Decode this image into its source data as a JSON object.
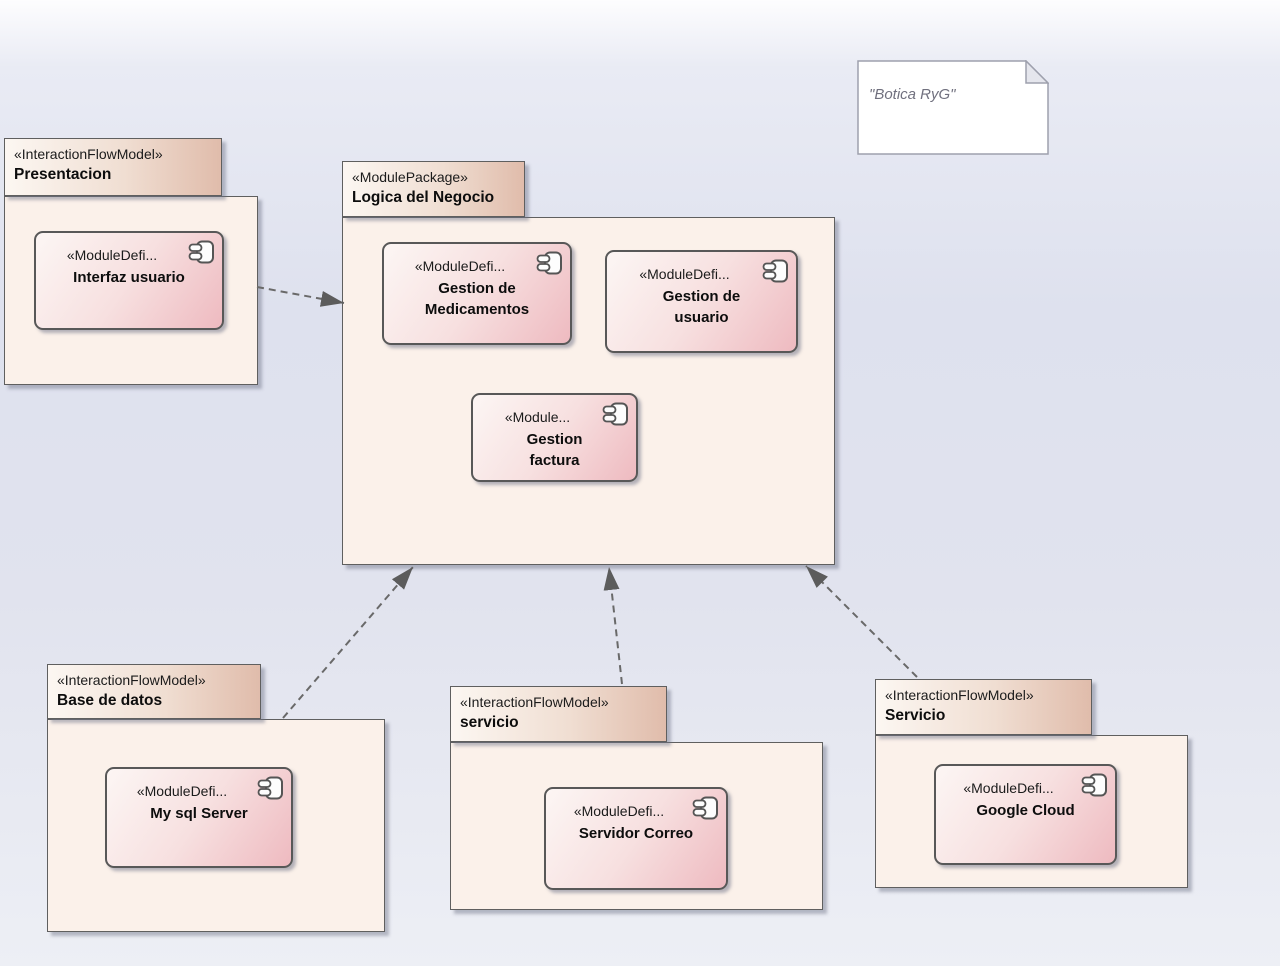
{
  "diagram": {
    "note": {
      "text": "\"Botica RyG\""
    },
    "packages": {
      "presentacion": {
        "stereotype": "«InteractionFlowModel»",
        "name": "Presentacion"
      },
      "logica": {
        "stereotype": "«ModulePackage»",
        "name": "Logica del Negocio"
      },
      "base_datos": {
        "stereotype": "«InteractionFlowModel»",
        "name": "Base de datos"
      },
      "servicio": {
        "stereotype": "«InteractionFlowModel»",
        "name": "servicio"
      },
      "servicio2": {
        "stereotype": "«InteractionFlowModel»",
        "name": "Servicio"
      }
    },
    "modules": {
      "interfaz": {
        "stereotype": "«ModuleDefi...",
        "name": "Interfaz usuario"
      },
      "gestion_medicamentos": {
        "stereotype": "«ModuleDefi...",
        "name": "Gestion de\nMedicamentos"
      },
      "gestion_usuario": {
        "stereotype": "«ModuleDefi...",
        "name": "Gestion de\nusuario"
      },
      "gestion_factura": {
        "stereotype": "«Module...",
        "name": "Gestion\nfactura"
      },
      "mysql": {
        "stereotype": "«ModuleDefi...",
        "name": "My sql Server"
      },
      "servidor_correo": {
        "stereotype": "«ModuleDefi...",
        "name": "Servidor Correo"
      },
      "google_cloud": {
        "stereotype": "«ModuleDefi...",
        "name": "Google Cloud"
      }
    },
    "colors": {
      "package_fill": "#fbf1ea",
      "tab_gradient_start": "#fcf7f2",
      "tab_gradient_end": "#e0bcab",
      "module_gradient_start": "#fcf6f4",
      "module_gradient_end": "#eebac0",
      "border": "#5f5f5f",
      "arrow": "#5c5c5c",
      "note_text_color": "#70707e",
      "background_mid": "#dee1ee"
    }
  }
}
